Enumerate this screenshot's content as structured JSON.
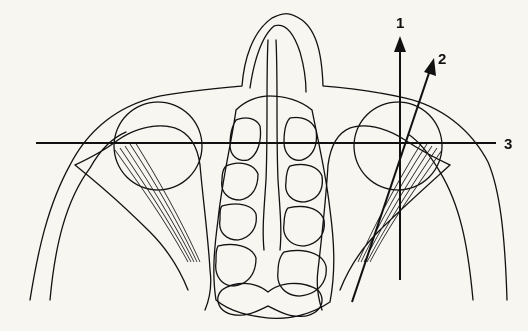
{
  "figure": {
    "labels": {
      "line_1": "1",
      "line_2": "2",
      "line_3": "3"
    },
    "colors": {
      "paper": "#f7f6f1",
      "ink": "#111111"
    }
  }
}
